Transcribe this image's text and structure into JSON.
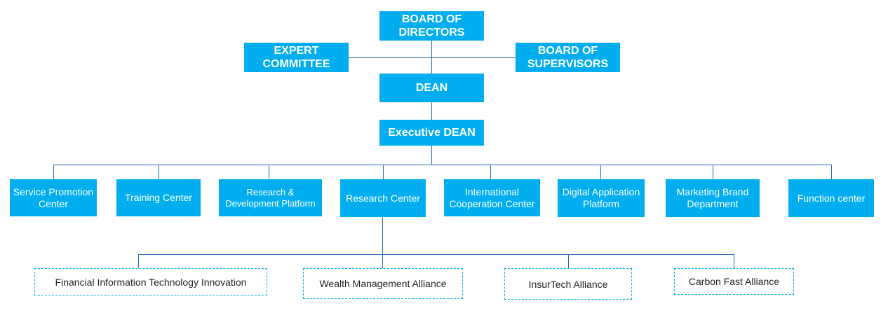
{
  "colors": {
    "box_fill": "#00aeef",
    "box_text": "#ffffff",
    "connector": "#2a6cb5",
    "alliance_border": "#00aeef"
  },
  "top_nodes": {
    "board_of_directors": "BOARD OF DIRECTORS",
    "expert_committee": "EXPERT COMMITTEE",
    "board_of_supervisors": "BOARD OF SUPERVISORS",
    "dean": "DEAN",
    "executive_dean": "Executive DEAN"
  },
  "departments": [
    "Service Promotion Center",
    "Training Center",
    "Research & Development Platform",
    "Research Center",
    "International Cooperation Center",
    "Digital Application Platform",
    "Marketing Brand Department",
    "Function center"
  ],
  "alliances": [
    "Financial Information Technology Innovation",
    "Wealth Management Alliance",
    "InsurTech Alliance",
    "Carbon Fast Alliance"
  ]
}
